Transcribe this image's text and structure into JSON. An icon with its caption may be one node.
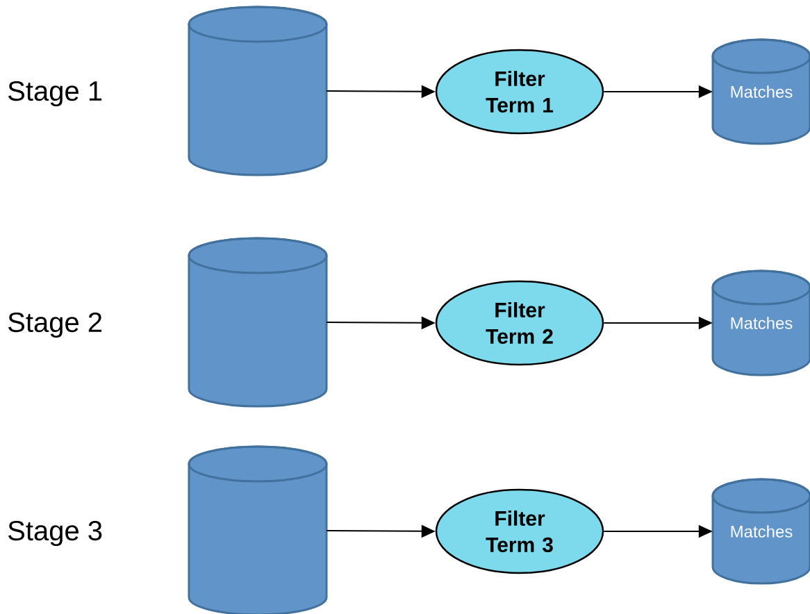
{
  "diagram": {
    "nodes": [
      {
        "text": [],
        "shape": "cylinder"
      },
      {
        "text": [
          "Filter Term 1"
        ]
      },
      {
        "text": [
          "Matches"
        ]
      },
      {
        "text": [],
        "shape": "cylinder"
      },
      {
        "text": [
          "Filter Term 2"
        ]
      },
      {
        "text": [
          "Matches"
        ]
      },
      {
        "text": [],
        "shape": "cylinder"
      },
      {
        "text": [
          "Filter Term 3"
        ]
      },
      {
        "text": [
          "Matches"
        ]
      }
    ],
    "edges": [
      {
        "from": 0,
        "to": 1,
        "arrow": "to"
      },
      {
        "from": 1,
        "to": 2,
        "arrow": "to"
      },
      {
        "from": 3,
        "to": 4,
        "arrow": "to"
      },
      {
        "from": 4,
        "to": 5,
        "arrow": "to"
      },
      {
        "from": 6,
        "to": 7,
        "arrow": "to"
      },
      {
        "from": 7,
        "to": 8,
        "arrow": "to"
      }
    ],
    "labels": [
      "Stage 1",
      "Stage 2",
      "Stage 3"
    ]
  }
}
